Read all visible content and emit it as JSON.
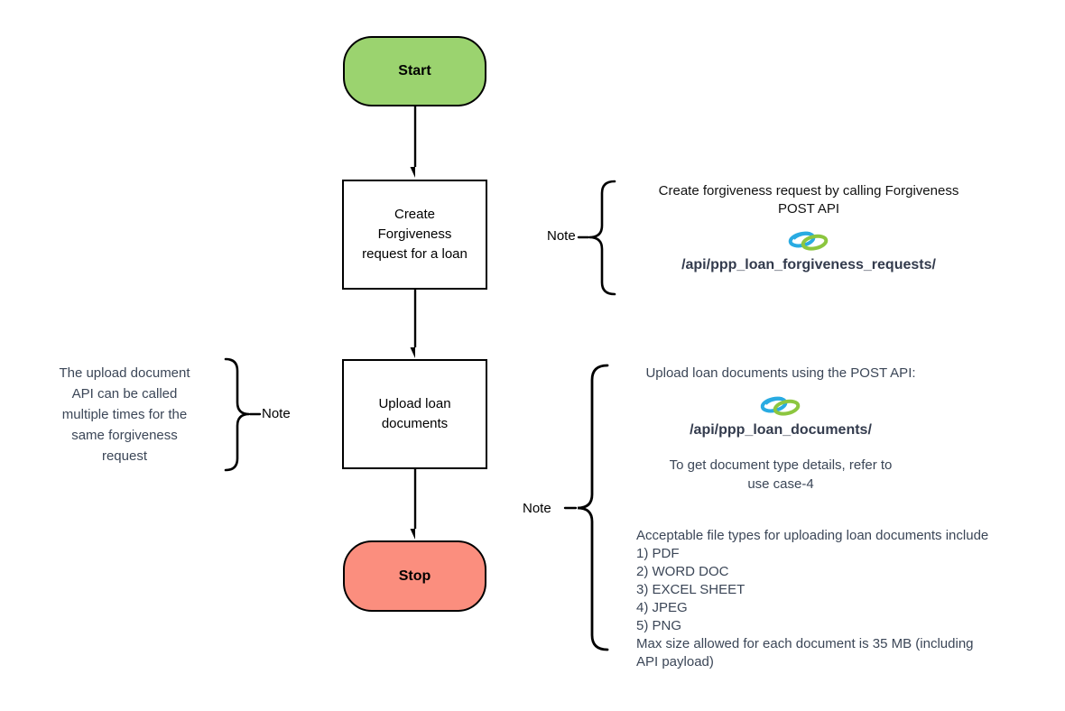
{
  "note_label": "Note",
  "colors": {
    "start_fill": "#9bd36f",
    "stop_fill": "#fb8e7e",
    "stroke_col": "#000000",
    "note_text": "#3b4657",
    "api_text": "#333b4d",
    "heading_dark": "#111111",
    "link_blue": "#29abe2",
    "link_green": "#8cc63f"
  },
  "nodes": {
    "start": {
      "label": "Start"
    },
    "create": {
      "lines": [
        "Create",
        "Forgiveness",
        "request for a loan"
      ]
    },
    "upload": {
      "lines": [
        "Upload loan",
        "documents"
      ]
    },
    "stop": {
      "label": "Stop"
    }
  },
  "notes": {
    "create_api": {
      "heading_lines": [
        "Create forgiveness request by calling Forgiveness",
        "POST API"
      ],
      "link_icon": "link-icon",
      "api_path": "/api/ppp_loan_forgiveness_requests/"
    },
    "upload_left": {
      "lines": [
        "The upload document",
        "API can be called",
        "multiple times for the",
        "same forgiveness",
        "request"
      ]
    },
    "upload_api": {
      "heading": "Upload loan documents using the POST API:",
      "link_icon": "link-icon",
      "api_path": "/api/ppp_loan_documents/",
      "reference_lines": [
        "To get document type details, refer to",
        "use case-4"
      ],
      "file_types_intro": "Acceptable file types for uploading loan documents include",
      "file_types": [
        "1) PDF",
        "2) WORD DOC",
        "3) EXCEL SHEET",
        "4) JPEG",
        "5) PNG"
      ],
      "max_size_lines": [
        "Max size allowed for each document is 35 MB (including",
        "API payload)"
      ]
    }
  }
}
